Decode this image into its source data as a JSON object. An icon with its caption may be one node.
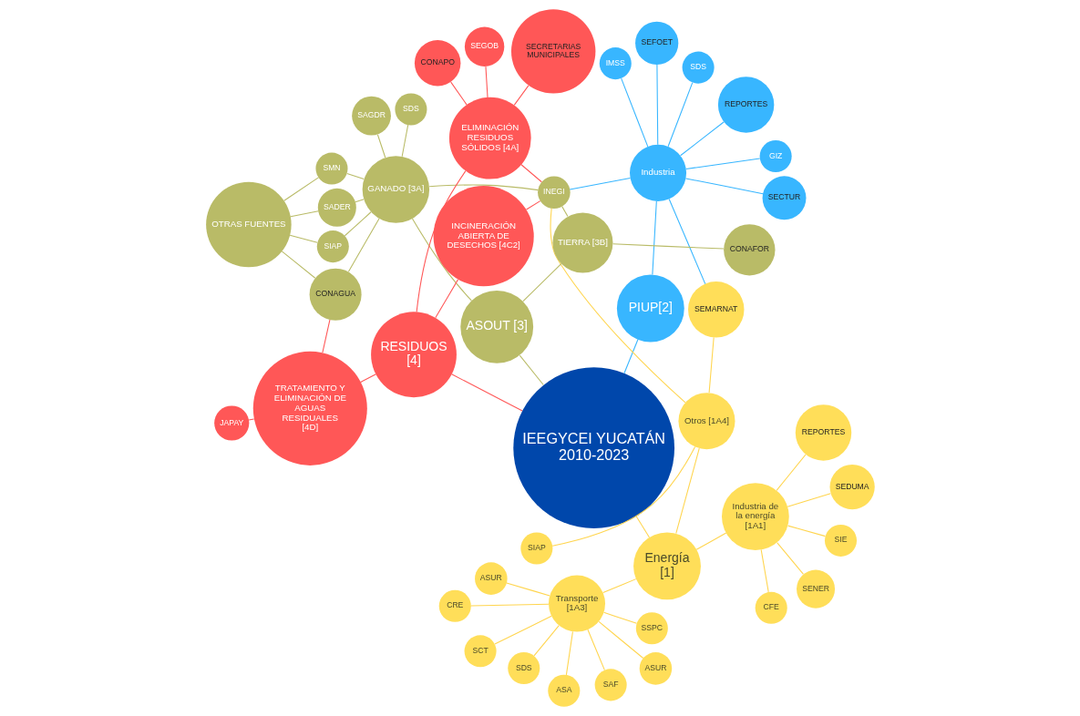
{
  "diagram": {
    "nodes": [
      {
        "text": [
          "IEEGYCEI YUCATÁN 2010-2023"
        ]
      },
      {
        "text": [
          "Energía [1]"
        ]
      },
      {
        "text": [
          "Transporte [1A3]"
        ]
      },
      {
        "text": [
          "ASUR"
        ]
      },
      {
        "text": [
          "SSPC"
        ]
      },
      {
        "text": [
          "CRE"
        ]
      },
      {
        "text": [
          "SCT"
        ]
      },
      {
        "text": [
          "ASUR"
        ]
      },
      {
        "text": [
          "SDS"
        ]
      },
      {
        "text": [
          "SAF"
        ]
      },
      {
        "text": [
          "ASA"
        ]
      },
      {
        "text": [
          "Industria de la energía [1A1]"
        ]
      },
      {
        "text": [
          "SIE"
        ]
      },
      {
        "text": [
          "SEDUMA"
        ]
      },
      {
        "text": [
          "REPORTES"
        ]
      },
      {
        "text": [
          "CFE"
        ]
      },
      {
        "text": [
          "SENER"
        ]
      },
      {
        "text": [
          "Otros [1A4]"
        ]
      },
      {
        "text": [
          "SIAP"
        ]
      },
      {
        "text": [
          "SEMARNAT"
        ]
      },
      {
        "text": [
          "PIUP[2]"
        ]
      },
      {
        "text": [
          "Industria"
        ]
      },
      {
        "text": [
          "SDS"
        ]
      },
      {
        "text": [
          "REPORTES"
        ]
      },
      {
        "text": [
          "SEFOET"
        ]
      },
      {
        "text": [
          "SECTUR"
        ]
      },
      {
        "text": [
          "GIZ"
        ]
      },
      {
        "text": [
          "IMSS"
        ]
      },
      {
        "text": [
          "ASOUT [3]"
        ]
      },
      {
        "text": [
          "TIERRA [3B]"
        ]
      },
      {
        "text": [
          "CONAFOR"
        ]
      },
      {
        "text": [
          "INEGI"
        ]
      },
      {
        "text": [
          "GANADO [3A]"
        ]
      },
      {
        "text": [
          "SAGDR"
        ]
      },
      {
        "text": [
          "SDS"
        ]
      },
      {
        "text": [
          "SIAP"
        ]
      },
      {
        "text": [
          "SADER"
        ]
      },
      {
        "text": [
          "SMN"
        ]
      },
      {
        "text": [
          "CONAGUA"
        ]
      },
      {
        "text": [
          "OTRAS FUENTES"
        ]
      },
      {
        "text": [
          "RESIDUOS [4]"
        ]
      },
      {
        "text": [
          "ELIMINACIÓN RESIDUOS SÓLIDOS [4A]"
        ]
      },
      {
        "text": [
          "CONAPO"
        ]
      },
      {
        "text": [
          "SEGOB"
        ]
      },
      {
        "text": [
          "SECRETARIAS MUNICIPALES"
        ]
      },
      {
        "text": [
          "INCINERACIÓN ABIERTA DE DESECHOS [4C2]"
        ]
      },
      {
        "text": [
          "TRATAMIENTO Y ELIMINACIÓN DE AGUAS RESIDUALES [4D]"
        ]
      },
      {
        "text": [
          "JAPAY"
        ]
      }
    ],
    "edges": [
      {
        "from": 0,
        "to": 1,
        "arrow": "none"
      },
      {
        "from": 1,
        "to": 2,
        "arrow": "none"
      },
      {
        "from": 2,
        "to": 3,
        "arrow": "none"
      },
      {
        "from": 2,
        "to": 4,
        "arrow": "none"
      },
      {
        "from": 2,
        "to": 5,
        "arrow": "none"
      },
      {
        "from": 2,
        "to": 6,
        "arrow": "none"
      },
      {
        "from": 2,
        "to": 7,
        "arrow": "none"
      },
      {
        "from": 2,
        "to": 8,
        "arrow": "none"
      },
      {
        "from": 2,
        "to": 9,
        "arrow": "none"
      },
      {
        "from": 2,
        "to": 10,
        "arrow": "none"
      },
      {
        "from": 1,
        "to": 11,
        "arrow": "none"
      },
      {
        "from": 11,
        "to": 12,
        "arrow": "none"
      },
      {
        "from": 11,
        "to": 13,
        "arrow": "none"
      },
      {
        "from": 11,
        "to": 14,
        "arrow": "none"
      },
      {
        "from": 11,
        "to": 15,
        "arrow": "none"
      },
      {
        "from": 11,
        "to": 16,
        "arrow": "none"
      },
      {
        "from": 1,
        "to": 17,
        "arrow": "none"
      },
      {
        "from": 17,
        "to": 18,
        "arrow": "none"
      },
      {
        "from": 17,
        "to": 19,
        "arrow": "none"
      },
      {
        "from": 17,
        "to": 31,
        "arrow": "none"
      },
      {
        "from": 0,
        "to": 20,
        "arrow": "none",
        "color": "#38b6ff"
      },
      {
        "from": 20,
        "to": 21,
        "arrow": "none",
        "color": "#38b6ff"
      },
      {
        "from": 21,
        "to": 22,
        "arrow": "none",
        "color": "#38b6ff"
      },
      {
        "from": 21,
        "to": 23,
        "arrow": "none",
        "color": "#38b6ff"
      },
      {
        "from": 21,
        "to": 24,
        "arrow": "none",
        "color": "#38b6ff"
      },
      {
        "from": 21,
        "to": 25,
        "arrow": "none",
        "color": "#38b6ff"
      },
      {
        "from": 21,
        "to": 26,
        "arrow": "none",
        "color": "#38b6ff"
      },
      {
        "from": 21,
        "to": 27,
        "arrow": "none",
        "color": "#38b6ff"
      },
      {
        "from": 21,
        "to": 19,
        "arrow": "none",
        "color": "#38b6ff"
      },
      {
        "from": 21,
        "to": 31,
        "arrow": "none",
        "color": "#38b6ff"
      },
      {
        "from": 0,
        "to": 28,
        "arrow": "none",
        "color": "#b9bb67"
      },
      {
        "from": 28,
        "to": 29,
        "arrow": "none",
        "color": "#b9bb67"
      },
      {
        "from": 28,
        "to": 32,
        "arrow": "none",
        "color": "#b9bb67"
      },
      {
        "from": 29,
        "to": 30,
        "arrow": "none",
        "color": "#b9bb67"
      },
      {
        "from": 29,
        "to": 31,
        "arrow": "none",
        "color": "#b9bb67"
      },
      {
        "from": 32,
        "to": 31,
        "arrow": "none",
        "color": "#b9bb67"
      },
      {
        "from": 32,
        "to": 33,
        "arrow": "none",
        "color": "#b9bb67"
      },
      {
        "from": 32,
        "to": 34,
        "arrow": "none",
        "color": "#b9bb67"
      },
      {
        "from": 32,
        "to": 35,
        "arrow": "none",
        "color": "#b9bb67"
      },
      {
        "from": 32,
        "to": 36,
        "arrow": "none",
        "color": "#b9bb67"
      },
      {
        "from": 32,
        "to": 37,
        "arrow": "none",
        "color": "#b9bb67"
      },
      {
        "from": 32,
        "to": 38,
        "arrow": "none",
        "color": "#b9bb67"
      },
      {
        "from": 39,
        "to": 35,
        "arrow": "none",
        "color": "#b9bb67"
      },
      {
        "from": 39,
        "to": 36,
        "arrow": "none",
        "color": "#b9bb67"
      },
      {
        "from": 39,
        "to": 37,
        "arrow": "none",
        "color": "#b9bb67"
      },
      {
        "from": 39,
        "to": 38,
        "arrow": "none",
        "color": "#b9bb67"
      },
      {
        "from": 0,
        "to": 40,
        "arrow": "none",
        "color": "#ff5757"
      },
      {
        "from": 40,
        "to": 41,
        "arrow": "none",
        "color": "#ff5757"
      },
      {
        "from": 40,
        "to": 45,
        "arrow": "none",
        "color": "#ff5757"
      },
      {
        "from": 40,
        "to": 46,
        "arrow": "none",
        "color": "#ff5757"
      },
      {
        "from": 41,
        "to": 42,
        "arrow": "none",
        "color": "#ff5757"
      },
      {
        "from": 41,
        "to": 43,
        "arrow": "none",
        "color": "#ff5757"
      },
      {
        "from": 41,
        "to": 44,
        "arrow": "none",
        "color": "#ff5757"
      },
      {
        "from": 41,
        "to": 31,
        "arrow": "none",
        "color": "#ff5757"
      },
      {
        "from": 45,
        "to": 31,
        "arrow": "none",
        "color": "#ff5757"
      },
      {
        "from": 46,
        "to": 38,
        "arrow": "none",
        "color": "#ff5757"
      },
      {
        "from": 46,
        "to": 47,
        "arrow": "none",
        "color": "#ff5757"
      }
    ]
  }
}
